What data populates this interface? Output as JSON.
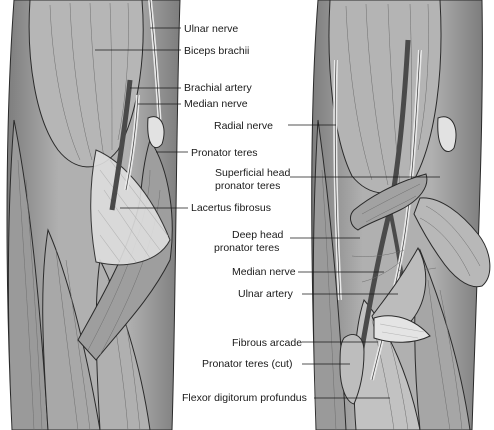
{
  "labels": [
    {
      "text": "Ulnar nerve"
    },
    {
      "text": "Biceps brachii"
    },
    {
      "text": "Brachial artery"
    },
    {
      "text": "Median nerve"
    },
    {
      "text": "Radial nerve"
    },
    {
      "text": "Pronator teres"
    },
    {
      "text": "Superficial head"
    },
    {
      "text": "pronator teres"
    },
    {
      "text": "Lacertus fibrosus"
    },
    {
      "text": "Deep head"
    },
    {
      "text": "pronator teres"
    },
    {
      "text": "Median nerve"
    },
    {
      "text": "Ulnar artery"
    },
    {
      "text": "Fibrous arcade"
    },
    {
      "text": "Pronator teres (cut)"
    },
    {
      "text": "Flexor digitorum profundus"
    }
  ],
  "colors": {
    "muscle": "#a6a6a6",
    "muscle_light": "#c9c9c9",
    "tendon": "#e6e6e6",
    "vessel": "#4a4a4a",
    "outline": "#2a2a2a"
  }
}
